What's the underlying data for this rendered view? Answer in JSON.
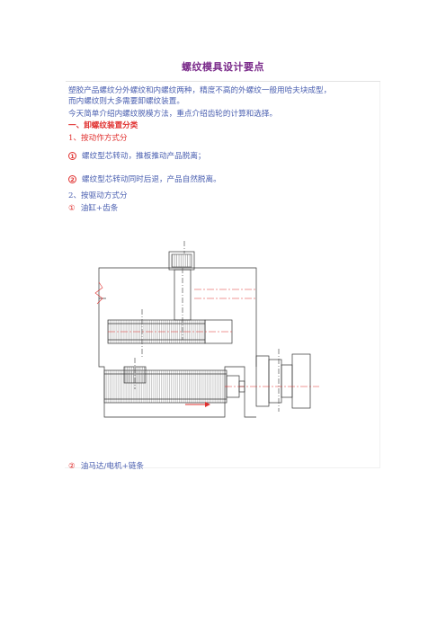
{
  "doc": {
    "title": "螺纹模具设计要点",
    "intro_line1": "塑胶产品螺纹分外螺纹和内螺纹两种，精度不高的外螺纹一般用哈夫块成型，",
    "intro_line2": "而内螺纹则大多需要卸螺纹装置。",
    "intro_line3": "今天简单介绍内螺纹脱模方法，重点介绍齿轮的计算和选择。",
    "section1": "一、卸螺纹装置分类",
    "sub1": "1、按动作方式分",
    "item1_mark": "1",
    "item1": "螺纹型芯转动，推板推动产品脱离；",
    "item2_mark": "2",
    "item2": "螺纹型芯转动同时后退，产品自然脱离。",
    "sub2": "2、按驱动方式分",
    "item3_mark": "①",
    "item3": "油缸+齿条",
    "item4_mark": "②",
    "item4": "油马达/电机+链条"
  },
  "colors": {
    "title": "#7a2a8a",
    "body_text": "#4a5fb0",
    "accent_red": "#e0302f",
    "drawing_line": "#333333"
  }
}
